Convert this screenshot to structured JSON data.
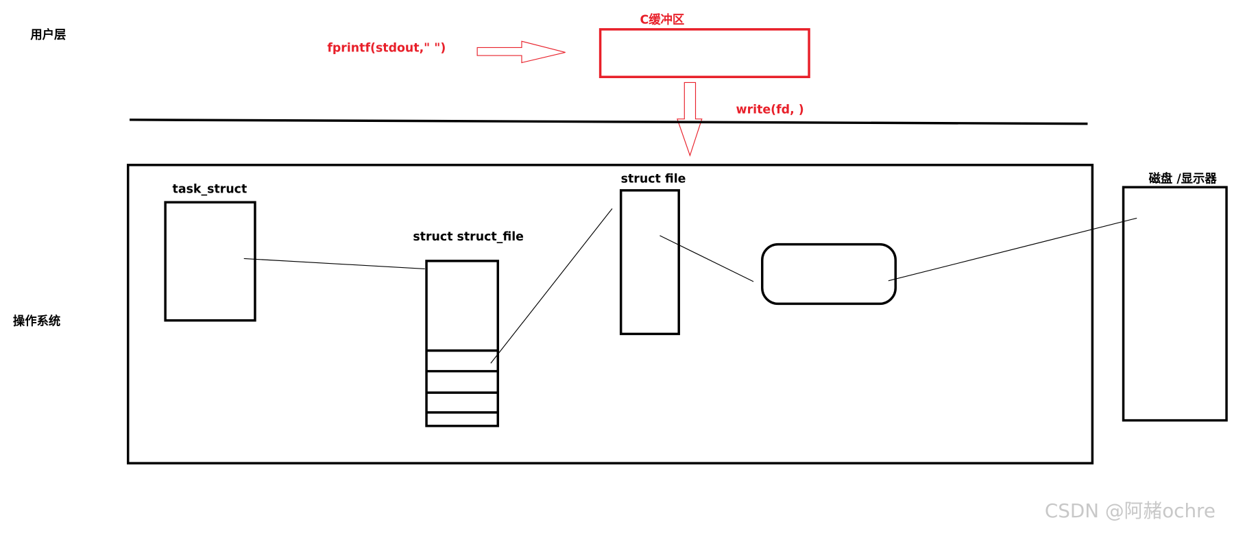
{
  "labels": {
    "user_layer": "用户层",
    "os_layer": "操作系统",
    "fprintf_call": "fprintf(stdout,\" \")",
    "c_buffer": "C缓冲区",
    "write_call": "write(fd,  )",
    "task_struct": "task_struct",
    "struct_struct_file": "struct struct_file",
    "struct_file": "struct file",
    "device": "磁盘 /显示器"
  },
  "watermark": "CSDN @阿赭ochre",
  "colors": {
    "accent": "#e8202a",
    "stroke": "#000000",
    "watermark": "#c8c8c8"
  }
}
